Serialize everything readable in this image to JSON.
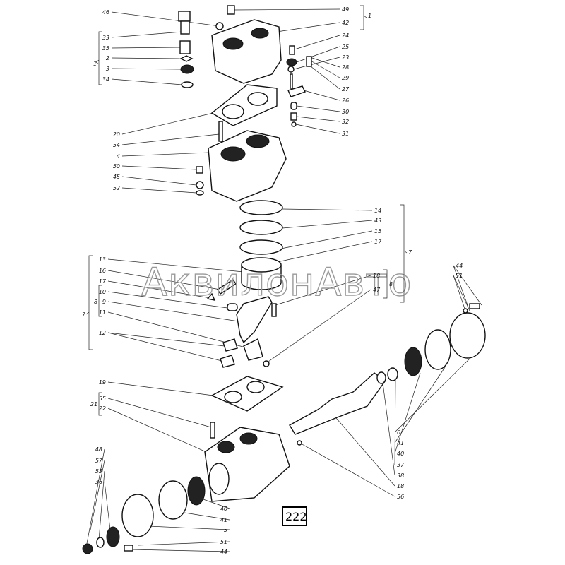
{
  "diagram": {
    "page_number": "222",
    "watermark": "АквилонАвто",
    "group_labels": {
      "head_group": "1",
      "head_assembly": "1",
      "piston_group": "7",
      "rod_group": "8",
      "rod_group_right": "8",
      "piston_group_left": "7",
      "crankcase_group": "21"
    },
    "callouts": {
      "c46": "46",
      "c33": "33",
      "c35": "35",
      "c2": "2",
      "c3": "3",
      "c34": "34",
      "c49": "49",
      "c42": "42",
      "c24": "24",
      "c25": "25",
      "c23": "23",
      "c28": "28",
      "c29": "29",
      "c27": "27",
      "c26": "26",
      "c30": "30",
      "c32": "32",
      "c31": "31",
      "c20": "20",
      "c54": "54",
      "c4": "4",
      "c50": "50",
      "c45": "45",
      "c52": "52",
      "c14": "14",
      "c43": "43",
      "c15": "15",
      "c17a": "17",
      "c13": "13",
      "c16": "16",
      "c17b": "17",
      "c10": "10",
      "c9": "9",
      "c11": "11",
      "c12": "12",
      "c18a": "18",
      "c47": "47",
      "c44a": "44",
      "c51a": "51",
      "c19": "19",
      "c55": "55",
      "c22": "22",
      "c48": "48",
      "c57": "57",
      "c53": "53",
      "c36": "36",
      "c40a": "40",
      "c41a": "41",
      "c5": "5",
      "c51b": "51",
      "c44b": "44",
      "c6": "6",
      "c41b": "41",
      "c40b": "40",
      "c37": "37",
      "c38": "38",
      "c18b": "18",
      "c56": "56"
    }
  }
}
